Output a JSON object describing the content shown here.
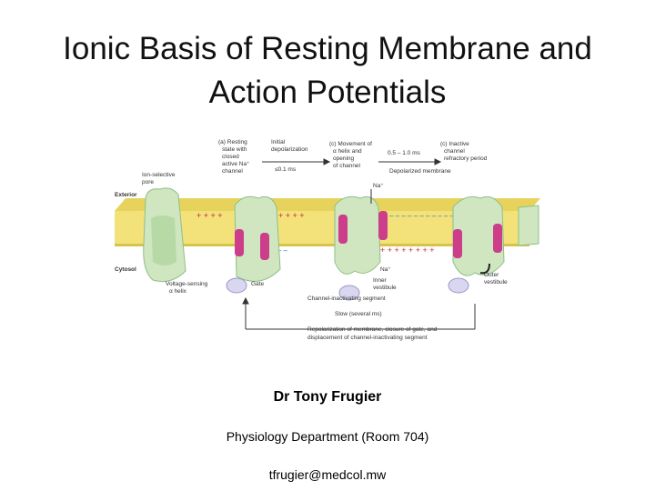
{
  "slide": {
    "title_line1": "Ionic Basis of Resting Membrane and",
    "title_line2": "Action Potentials",
    "author": "Dr Tony Frugier",
    "department": "Physiology Department (Room 704)",
    "email": "tfrugier@medcol.mw"
  },
  "figure": {
    "stage_a_l1": "(a) Resting",
    "stage_a_l2": "state with",
    "stage_a_l3": "closed",
    "stage_a_l4": "active Na⁺",
    "stage_a_l5": "channel",
    "initial_dep_l1": "Initial",
    "initial_dep_l2": "depolarization",
    "time_short": "≤0.1 ms",
    "stage_c_l1": "(c) Movement of",
    "stage_c_l2": "α helix and",
    "stage_c_l3": "opening",
    "stage_c_l4": "of channel",
    "time_mid": "0.5 – 1.0 ms",
    "stage_d_l1": "(c) Inactive",
    "stage_d_l2": "channel",
    "stage_d_l3": "refractory period",
    "depolarized": "Depolarized membrane",
    "na_top": "Na⁺",
    "ion_pore_l1": "Ion-selective",
    "ion_pore_l2": "pore",
    "exterior": "Exterior",
    "cytosol": "Cytosol",
    "voltage_l1": "Voltage-sensing",
    "voltage_l2": "α helix",
    "gate": "Gate",
    "na_inner": "Na⁺",
    "inner_l1": "Inner",
    "inner_l2": "vestibule",
    "outer_l1": "Outer",
    "outer_l2": "vestibule",
    "channel_inact": "Channel-inactivating segment",
    "slow": "Slow (several ms)",
    "recov_l1": "Repolarization of membrane, closure of gate, and",
    "recov_l2": "displacement of channel-inactivating segment",
    "plus_ext": "+ + + +",
    "minus_ext": "– – – – – – – – – – – – –",
    "minus_cyt": "– – – – – –",
    "plus_cyt": "+ + + + + + + +"
  },
  "colors": {
    "membrane": "#f3e27a",
    "channel": "#cfe6c1",
    "channel_dark": "#8fbf86",
    "helix": "#cc3d8a",
    "gate": "#d9d6ef",
    "plus": "#c8283c",
    "minus": "#2f6bb0"
  }
}
